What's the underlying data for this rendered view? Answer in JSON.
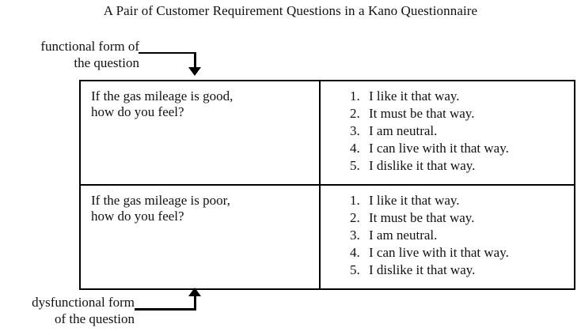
{
  "figure": {
    "title": "A Pair of Customer Requirement Questions in a Kano Questionnaire",
    "background_color": "#ffffff",
    "line_color": "#000000",
    "text_color": "#111111"
  },
  "callouts": {
    "functional": {
      "line1": "functional form of",
      "line2": "the question",
      "arrow": "arrow-down"
    },
    "dysfunctional": {
      "line1": "dysfunctional form",
      "line2": "of the question",
      "arrow": "arrow-up"
    }
  },
  "table": {
    "rows": [
      {
        "question": {
          "line1": "If the gas mileage is good,",
          "line2": "how do you feel?"
        },
        "answers": [
          {
            "num": "1.",
            "text": "I like it that way."
          },
          {
            "num": "2.",
            "text": "It must be that way."
          },
          {
            "num": "3.",
            "text": "I am neutral."
          },
          {
            "num": "4.",
            "text": "I can live with it that way."
          },
          {
            "num": "5.",
            "text": "I dislike it that way."
          }
        ]
      },
      {
        "question": {
          "line1": "If the gas mileage is poor,",
          "line2": "how do you feel?"
        },
        "answers": [
          {
            "num": "1.",
            "text": "I like it that way."
          },
          {
            "num": "2.",
            "text": "It must be that way."
          },
          {
            "num": "3.",
            "text": "I am neutral."
          },
          {
            "num": "4.",
            "text": "I can live with it that way."
          },
          {
            "num": "5.",
            "text": "I dislike it that way."
          }
        ]
      }
    ]
  }
}
